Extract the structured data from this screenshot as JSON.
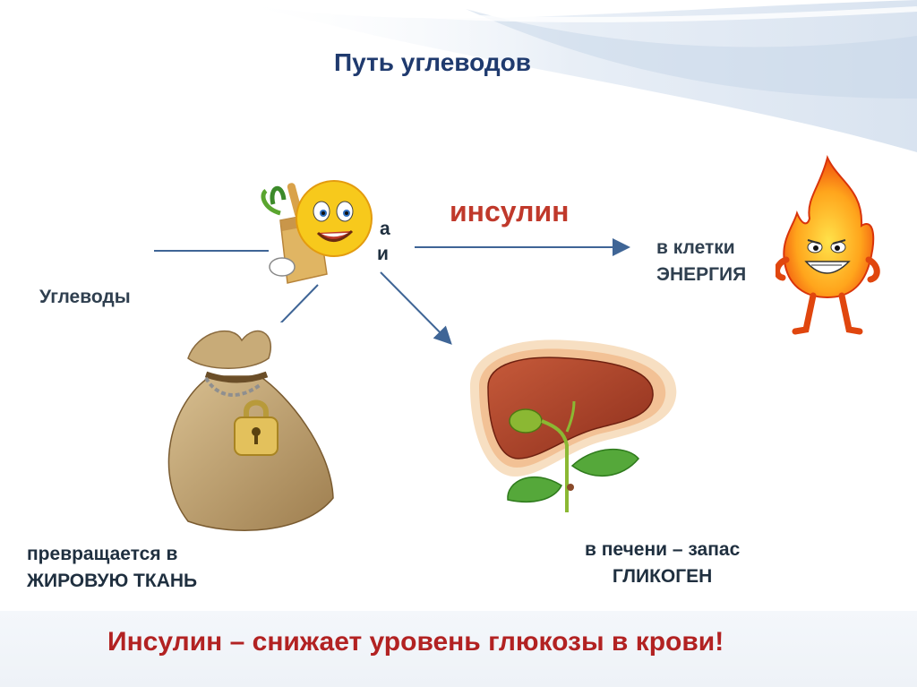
{
  "slide": {
    "title": "Путь углеводов",
    "insulin_label": "инсулин",
    "carbs_label": "Углеводы",
    "cells_line1": "в клетки",
    "cells_line2": "ЭНЕРГИЯ",
    "fat_line1": "превращается в",
    "fat_line2": "ЖИРОВУЮ ТКАНЬ",
    "liver_line1": "в печени – запас",
    "liver_line2": "ГЛИКОГЕН",
    "bottom_text": "Инсулин – снижает уровень глюкозы в крови!",
    "hidden_frag1": "а",
    "hidden_frag2": "и"
  },
  "colors": {
    "title": "#1f3a6e",
    "insulin": "#c0392b",
    "bottom": "#b22222",
    "arrow": "#3f6596"
  }
}
